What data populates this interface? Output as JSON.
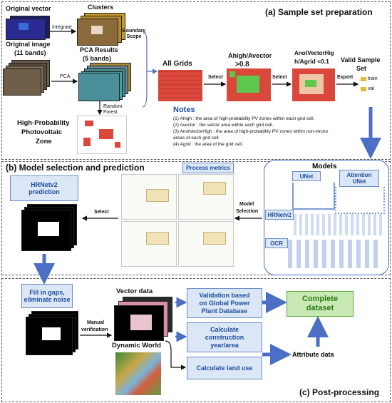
{
  "panel_a": {
    "title": "(a) Sample set preparation",
    "original_vector": "Original vector",
    "clusters": "Clusters",
    "integrate": "Integrate",
    "original_image": "Original image",
    "original_image_bands": "(11 bands)",
    "pca": "PCA",
    "pca_results": "PCA Results",
    "pca_results_bands": "(5 bands)",
    "boundary_scope": "Boundary Scope",
    "random_forest": "Random Forest",
    "hp_zone_line1": "High-Probability",
    "hp_zone_line2": "Photovoltaic",
    "hp_zone_line3": "Zone",
    "all_grids": "All Grids",
    "select1": "Select",
    "select2": "Select",
    "export": "Export",
    "cond1_line1": "Ahigh/Avector",
    "cond1_line2": ">0.8",
    "cond2_line1": "AnotVectorHig",
    "cond2_line2": "h/Agrid <0.1",
    "valid_line1": "Valid Sample",
    "valid_line2": "Set",
    "folder_train": "train",
    "folder_val": "val",
    "notes_title": "Notes",
    "notes": [
      "(1) Ahigh : the area of high-probability PV zones within each grid cell.",
      "(2) Avector : the vector area within each grid cell.",
      "(3) AnotVectorHigh : the area of high-probability PV zones within non-vector",
      "areas of each grid cell.",
      "(4) Agrid : the area of the grid cell."
    ]
  },
  "panel_b": {
    "title": "(b) Model selection and prediction",
    "hrnet_line1": "HRNetv2",
    "hrnet_line2": "prediction",
    "process_metrics": "Process metrics",
    "select": "Select",
    "model_selection_line1": "Model",
    "model_selection_line2": "Selection",
    "models_title": "Models",
    "unet": "UNet",
    "attention_unet_line1": "Attention",
    "attention_unet_line2": "UNet",
    "hrnetv2": "HRNetv2",
    "ocr": "OCR"
  },
  "panel_c": {
    "title": "(c) Post-processing",
    "fill_gaps_line1": "Fill in gaps,",
    "fill_gaps_line2": "eliminate noise",
    "manual_line1": "Manual",
    "manual_line2": "verification",
    "vector_data": "Vector data",
    "dynamic_world": "Dynamic World",
    "validation_line1": "Validation based",
    "validation_line2": "on Global Power",
    "validation_line3": "Plant Database",
    "calc_year_line1": "Calculate",
    "calc_year_line2": "construction",
    "calc_year_line3": "year/area",
    "calc_land": "Calculate land use",
    "complete_line1": "Complete",
    "complete_line2": "dataset",
    "attribute_data": "Attribute data"
  },
  "colors": {
    "arrow_blue": "#4a6fc4",
    "box_blue": "#dbe6f6",
    "box_green": "#c8e8b4",
    "grid_red": "#d9483b"
  }
}
